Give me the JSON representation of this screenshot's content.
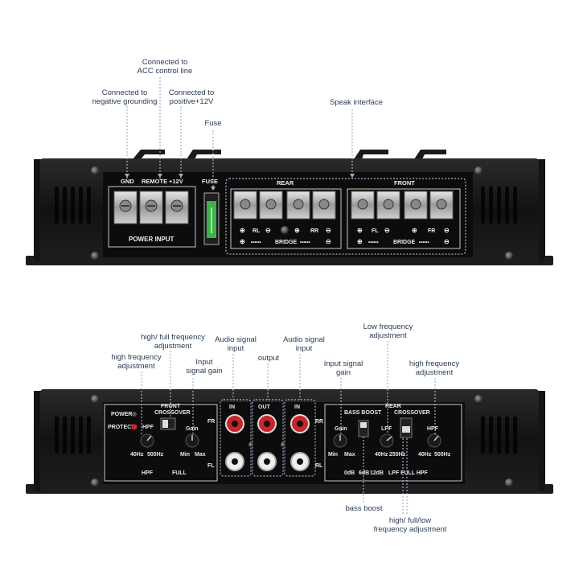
{
  "callouts_top": {
    "acc": "Connected to\nACC control line",
    "negative": "Connected to\nnegative grounding",
    "positive": "Connected to\npositive+12V",
    "fuse": "Fuse",
    "speak": "Speak interface"
  },
  "top_panel": {
    "gnd": "GND",
    "remote": "REMOTE",
    "plus12v": "+12V",
    "power_input": "POWER INPUT",
    "fuse": "FUSE",
    "rear": "REAR",
    "front": "FRONT",
    "rl": "RL",
    "rr": "RR",
    "fl": "FL",
    "fr": "FR",
    "bridge": "BRIDGE",
    "plus": "⊕",
    "minus": "⊖"
  },
  "callouts_bottom": {
    "hilo_left": "high/ full frequency\nadjustment",
    "hifreq_left": "high frequency\nadjustment",
    "input_gain_left": "Input\nsignal gain",
    "audio_in_left": "Audio signal\ninput",
    "output": "output",
    "audio_in_right": "Audio signal\ninput",
    "input_gain_right": "Input signal\ngain",
    "low_freq": "Low frequency\nadjustment",
    "hifreq_right": "high frequency\nadjustment",
    "bass_boost": "bass boost",
    "hilo_right": "high/ full/low\nfrequency adjustment"
  },
  "bottom_panel": {
    "power": "POWER",
    "protect": "PROTECT",
    "front_crossover": "FRONT\nCROSSOVER",
    "hpf": "HPF",
    "hpf_bottom": "HPF",
    "full": "FULL",
    "hz40": "40Hz",
    "hz500": "500Hz",
    "gain": "Gain",
    "min": "Min",
    "max": "Max",
    "in": "IN",
    "out": "OUT",
    "fr": "FR",
    "fl": "FL",
    "rr": "RR",
    "rl": "RL",
    "rear": "REAR",
    "bass_boost": "BASS BOOST",
    "crossover": "CROSSOVER",
    "lpf": "LPF",
    "hz250": "250Hz",
    "db0": "0dB",
    "db6": "6dB",
    "db12": "12dB",
    "lpf_full_hpf": "LPF FULL HPF"
  },
  "colors": {
    "chassis": "#161616",
    "panel": "#0c0c0c",
    "callout_text": "#2a3a55",
    "fuse_green": "#3fb24a",
    "protect_red": "#d62020",
    "rca_red": "#c8242a"
  }
}
